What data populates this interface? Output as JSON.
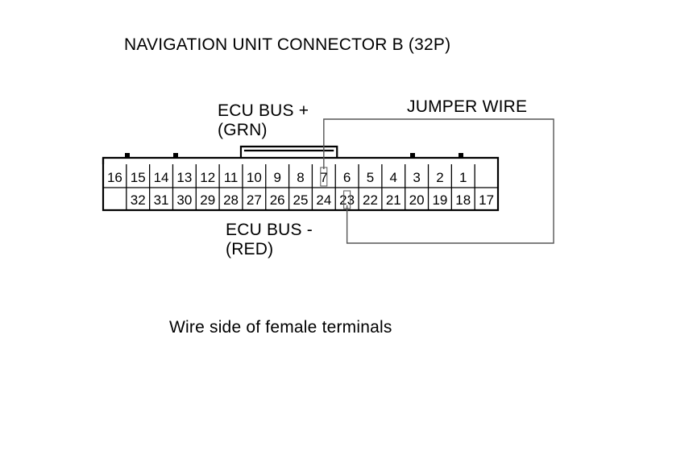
{
  "title": "NAVIGATION UNIT CONNECTOR B (32P)",
  "labels": {
    "ecu_bus_plus_line1": "ECU BUS +",
    "ecu_bus_plus_line2": "(GRN)",
    "jumper_wire": "JUMPER WIRE",
    "ecu_bus_minus_line1": "ECU BUS -",
    "ecu_bus_minus_line2": "(RED)"
  },
  "caption": "Wire side of female terminals",
  "connector": {
    "top_row": [
      "16",
      "15",
      "14",
      "13",
      "12",
      "11",
      "10",
      "9",
      "8",
      "7",
      "6",
      "5",
      "4",
      "3",
      "2",
      "1",
      ""
    ],
    "bottom_row": [
      "",
      "32",
      "31",
      "30",
      "29",
      "28",
      "27",
      "26",
      "25",
      "24",
      "23",
      "22",
      "21",
      "20",
      "19",
      "18",
      "17"
    ],
    "jumper_from": "7",
    "jumper_to": "23"
  },
  "colors": {
    "line": "#000000",
    "jumper": "#555555",
    "background": "#ffffff"
  }
}
